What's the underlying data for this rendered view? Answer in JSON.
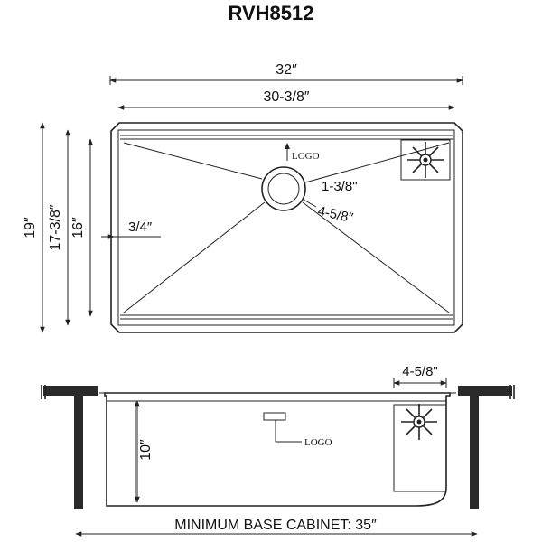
{
  "title": "RVH8512",
  "dimensions": {
    "overall_width": "32″",
    "inner_width": "30-3/8″",
    "overall_depth": "19″",
    "inner_depth": "17-3/8″",
    "bowl_depth": "16″",
    "rim_offset": "3/4″",
    "drain_offset": "1-3/8\"",
    "drain_diameter": "4-5/8″",
    "side_width": "4-5/8\"",
    "sink_height": "10″",
    "cabinet": "MINIMUM BASE CABINET: 35″"
  },
  "labels": {
    "logo_top": "LOGO",
    "logo_side": "LOGO"
  },
  "icons": {
    "grid_top": "sink-grid-icon",
    "grid_side": "sink-grid-icon"
  }
}
